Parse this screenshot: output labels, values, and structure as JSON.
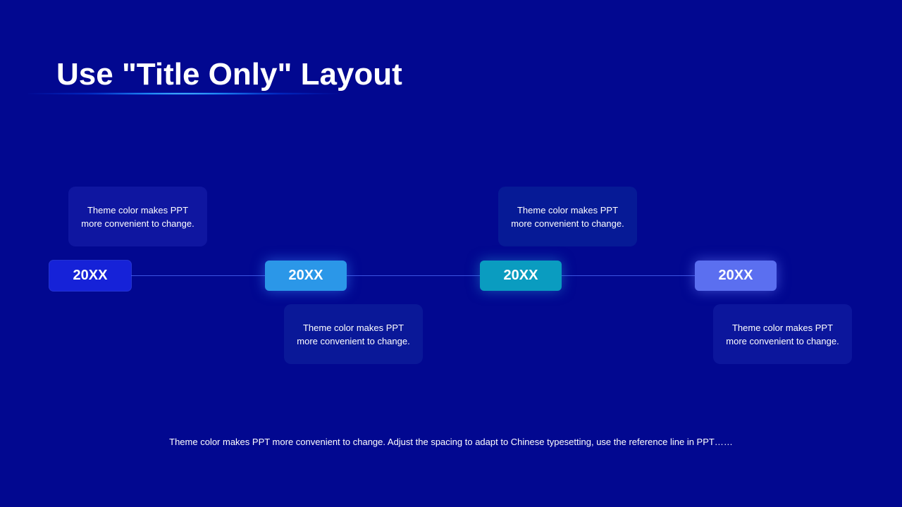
{
  "slide": {
    "title": "Use \"Title Only\" Layout",
    "footer_text": "Theme color makes PPT more convenient  to change. Adjust the spacing to adapt to Chinese  typesetting, use the reference line in PPT……"
  },
  "timeline": {
    "milestones": [
      {
        "year": "20XX",
        "text": "Theme color makes PPT more convenient  to change.",
        "card_position": "above",
        "color": "#1622d8"
      },
      {
        "year": "20XX",
        "text": "Theme color makes PPT more convenient  to change.",
        "card_position": "below",
        "color": "#2b97e8"
      },
      {
        "year": "20XX",
        "text": "Theme color makes PPT more convenient  to change.",
        "card_position": "above",
        "color": "#0a9cc0"
      },
      {
        "year": "20XX",
        "text": "Theme color makes PPT more convenient  to change.",
        "card_position": "below",
        "color": "#5b6ff0"
      }
    ]
  },
  "colors": {
    "background": "#020890",
    "text": "#ffffff"
  }
}
